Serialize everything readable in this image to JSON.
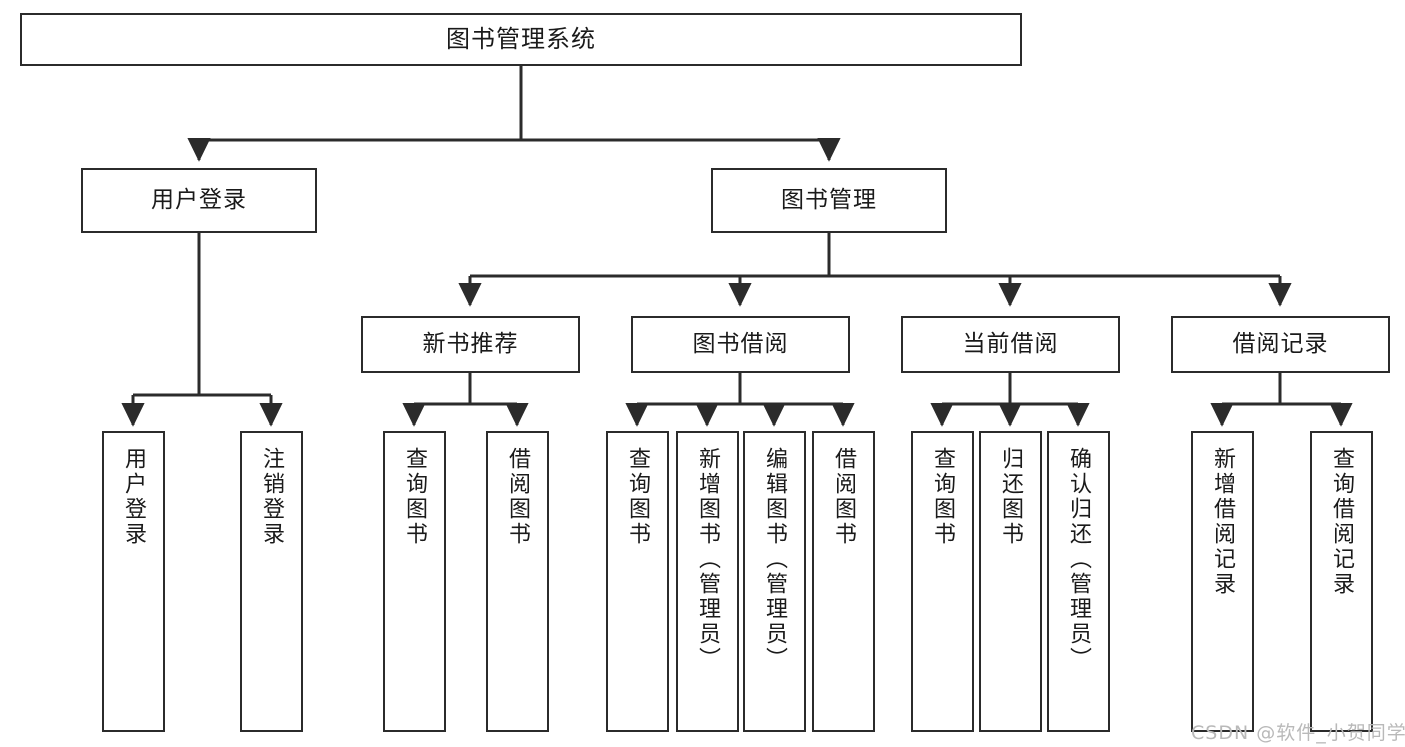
{
  "diagram": {
    "title": "图书管理系统",
    "type": "tree",
    "watermark": "CSDN @软件_小贺同学",
    "colors": {
      "box_border": "#2b2b2b",
      "box_fill": "#ffffff",
      "connector": "#2b2b2b",
      "text": "#1a1a1a",
      "watermark": "#b9b9b9",
      "background": "#ffffff"
    },
    "root": {
      "label": "图书管理系统"
    },
    "level1": [
      {
        "label": "用户登录"
      },
      {
        "label": "图书管理"
      }
    ],
    "level2": [
      {
        "label": "新书推荐"
      },
      {
        "label": "图书借阅"
      },
      {
        "label": "当前借阅"
      },
      {
        "label": "借阅记录"
      }
    ],
    "leaves_user_login": [
      {
        "label": "用户登录"
      },
      {
        "label": "注销登录"
      }
    ],
    "leaves_new_book": [
      {
        "label": "查询图书"
      },
      {
        "label": "借阅图书"
      }
    ],
    "leaves_borrow": [
      {
        "label": "查询图书"
      },
      {
        "label": "新增图书（管理员）"
      },
      {
        "label": "编辑图书（管理员）"
      },
      {
        "label": "借阅图书"
      }
    ],
    "leaves_current": [
      {
        "label": "查询图书"
      },
      {
        "label": "归还图书"
      },
      {
        "label": "确认归还（管理员）"
      }
    ],
    "leaves_records": [
      {
        "label": "新增借阅记录"
      },
      {
        "label": "查询借阅记录"
      }
    ]
  }
}
